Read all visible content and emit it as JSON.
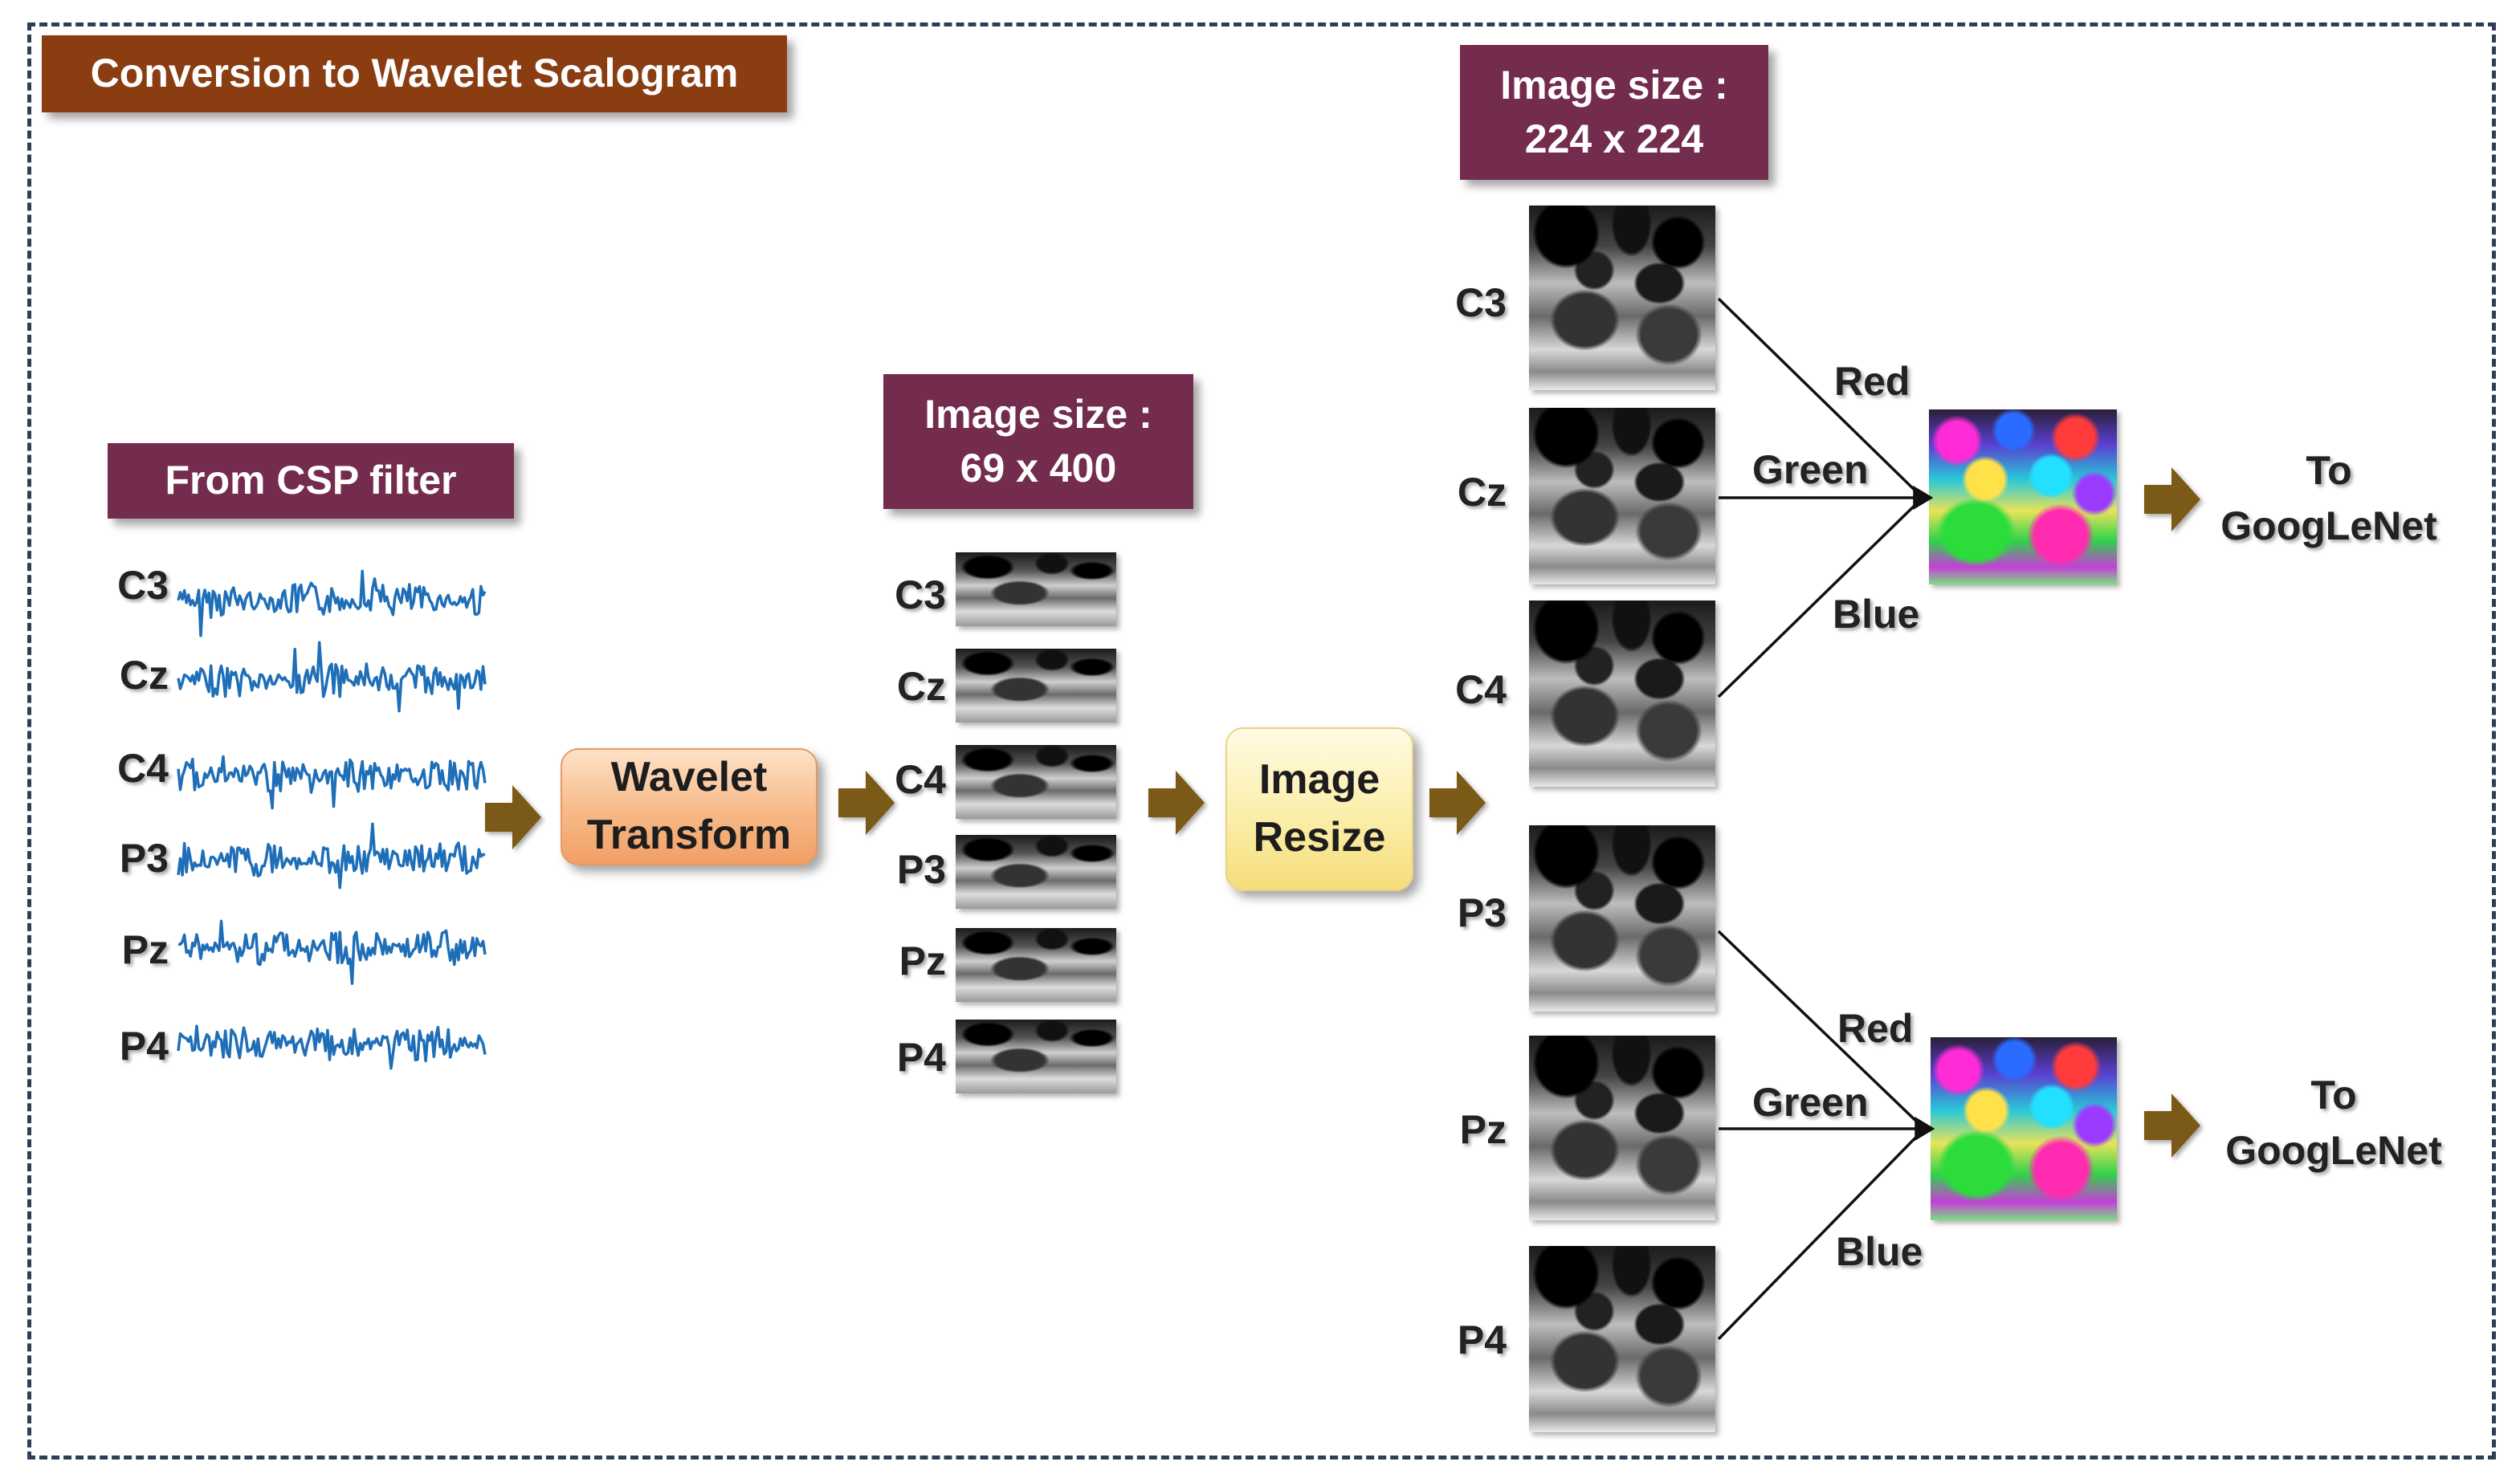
{
  "title": "Conversion to Wavelet Scalogram",
  "source": {
    "label": "From CSP filter"
  },
  "channels": [
    "C3",
    "Cz",
    "C4",
    "P3",
    "Pz",
    "P4"
  ],
  "wavelet": {
    "line1": "Wavelet",
    "line2": "Transform"
  },
  "size_small": {
    "line1": "Image size :",
    "line2": "69 x 400"
  },
  "resize": {
    "line1": "Image",
    "line2": "Resize"
  },
  "size_large": {
    "line1": "Image size :",
    "line2": "224 x 224"
  },
  "color_channels": {
    "red": "Red",
    "green": "Green",
    "blue": "Blue"
  },
  "output": {
    "line1": "To",
    "line2": "GoogLeNet"
  },
  "colors": {
    "box_maroon": "#742c4e",
    "box_brown": "#8b3d12",
    "signal": "#1f6fb8",
    "arrow": "#7a5a12",
    "frame": "#2f3e57"
  },
  "icons": [
    "right-arrow-icon"
  ]
}
